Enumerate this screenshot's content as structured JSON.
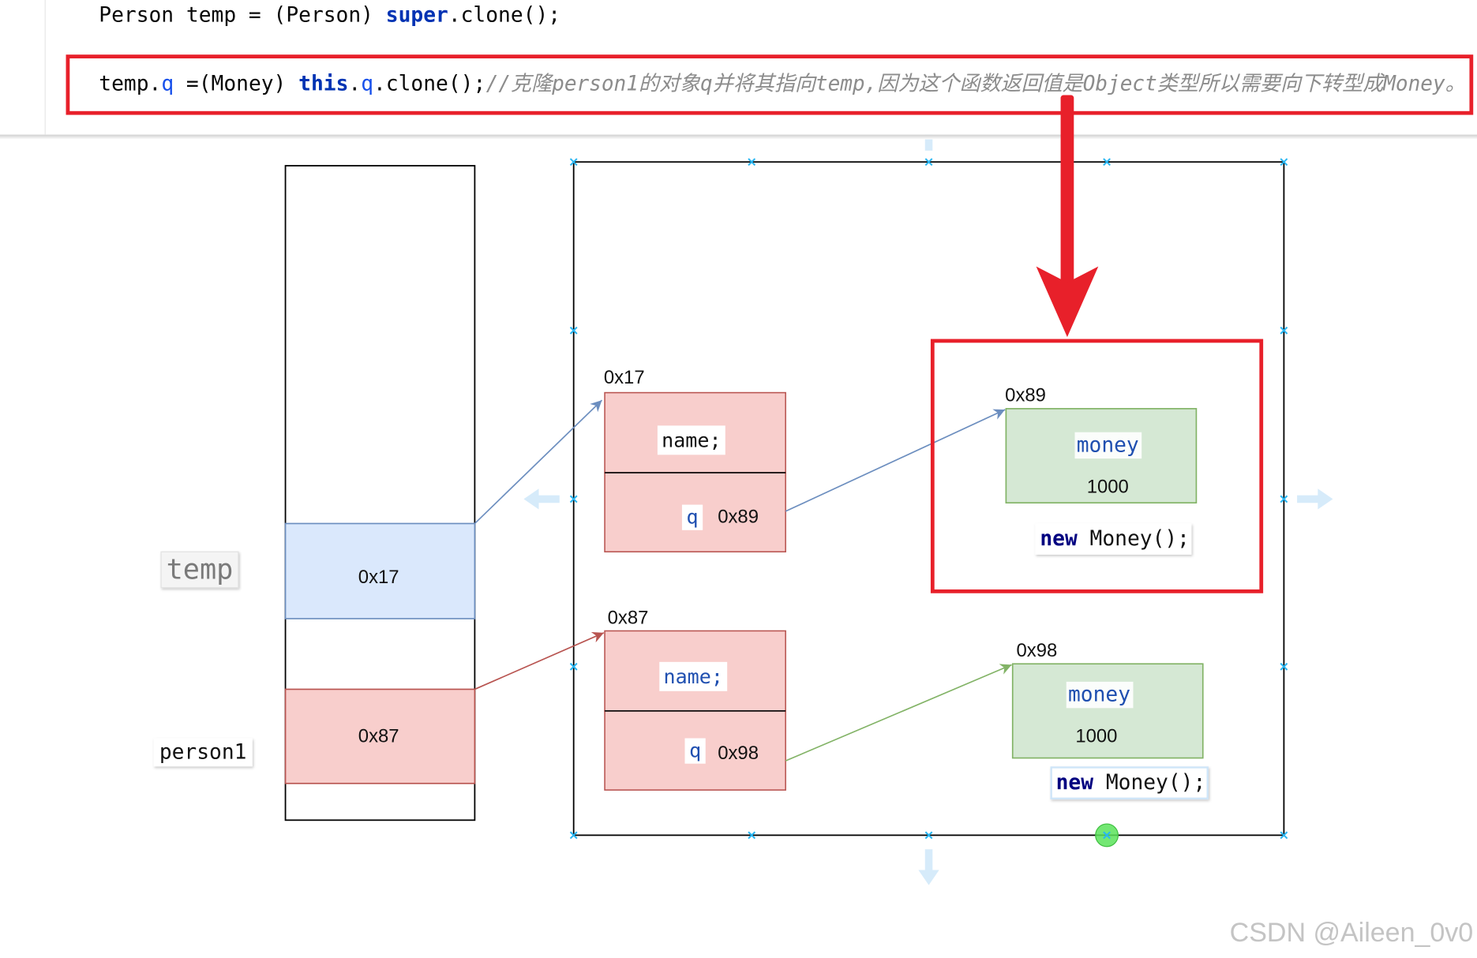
{
  "code_editor": {
    "line1": [
      "Person temp = (Person) ",
      "super",
      ".clone();"
    ],
    "line2": [
      "temp.",
      "q",
      " =(Money) ",
      "this",
      ".",
      "q",
      ".clone();"
    ],
    "line2_comment": "//克隆person1的对象q并将其指向temp,因为这个函数返回值是Object类型所以需要向下转型成Money。"
  },
  "stack": {
    "variables": [
      {
        "name": "temp",
        "value": "0x17"
      },
      {
        "name": "person1",
        "value": "0x87"
      }
    ]
  },
  "heap": {
    "person_objects": [
      {
        "address": "0x17",
        "name_field": "name;",
        "q_field": "q",
        "q_value": "0x89"
      },
      {
        "address": "0x87",
        "name_field": "name;",
        "q_field": "q",
        "q_value": "0x98"
      }
    ],
    "money_objects": [
      {
        "address": "0x89",
        "field": "money",
        "value": "1000",
        "ctor": [
          "new",
          " Money();"
        ]
      },
      {
        "address": "0x98",
        "field": "money",
        "value": "1000",
        "ctor": [
          "new",
          " Money();"
        ]
      }
    ]
  },
  "watermark": "CSDN @Aileen_0v0",
  "colors": {
    "stack_blue_fill": "#dae8fc",
    "object_red_fill": "#f8cecc",
    "money_green_fill": "#d5e8d4",
    "arrow_blue": "#6c8ebf",
    "arrow_red": "#b85450",
    "arrow_green": "#82b366",
    "highlight_red": "#e8202a",
    "selection_handle": "#29b6f2"
  }
}
